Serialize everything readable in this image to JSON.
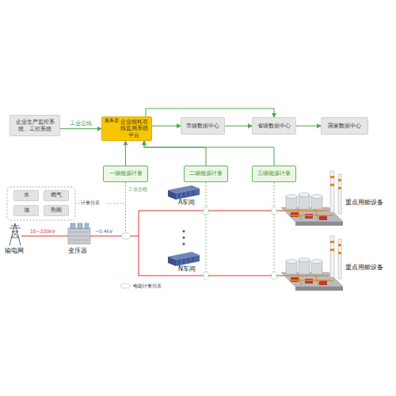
{
  "diagram": {
    "nodes": [
      {
        "text": [
          "企业生产监控系统、工控系统"
        ]
      },
      {
        "text": [
          "服务器",
          "企业能耗在线监测系统平台"
        ]
      },
      {
        "text": [
          "市级数据中心"
        ]
      },
      {
        "text": [
          "省级数据中心"
        ]
      },
      {
        "text": [
          "国家数据中心"
        ]
      },
      {
        "text": [
          "一级能源计量"
        ]
      },
      {
        "text": [
          "二级能源计量"
        ]
      },
      {
        "text": [
          "三级能源计量"
        ]
      },
      {
        "text": [
          "水"
        ]
      },
      {
        "text": [
          "燃气"
        ]
      },
      {
        "text": [
          "油"
        ]
      },
      {
        "text": [
          "热能"
        ]
      }
    ],
    "edges": [
      {
        "from": 0,
        "to": 1,
        "arrow": "to",
        "label": "工业总线"
      },
      {
        "from": 1,
        "to": 2,
        "arrow": "to"
      },
      {
        "from": 2,
        "to": 3,
        "arrow": "to"
      },
      {
        "from": 3,
        "to": 4,
        "arrow": "to"
      },
      {
        "from": 1,
        "to": 3,
        "arrow": "to"
      },
      {
        "from": 5,
        "to": 1,
        "arrow": "to"
      },
      {
        "from": 6,
        "to": 1,
        "arrow": "to"
      },
      {
        "from": 7,
        "to": 1,
        "arrow": "to"
      }
    ],
    "labels": [
      "工业总线",
      "计量仪表",
      "输电网",
      "10~220kV",
      "变压器",
      "~0.4kV",
      "A车间",
      "N车间",
      "重点用能设备",
      "重点用能设备"
    ],
    "legend": [
      {
        "text": "电能计量仪表"
      }
    ]
  }
}
